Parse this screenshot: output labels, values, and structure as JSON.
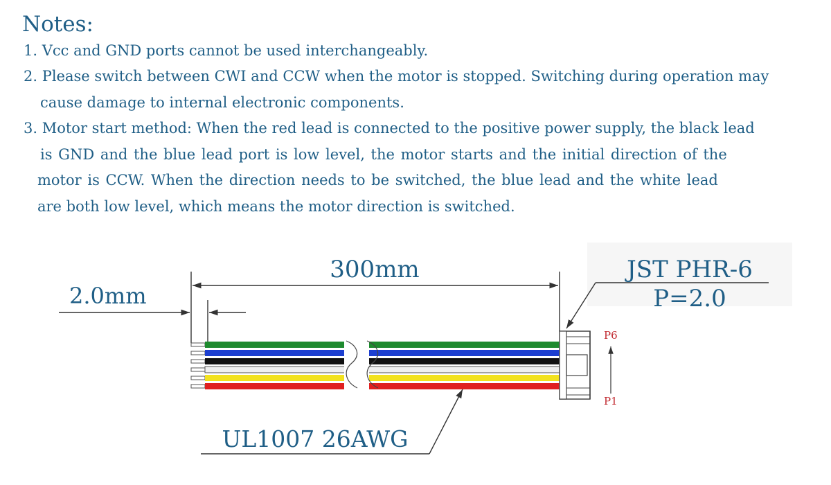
{
  "notes": {
    "title": "Notes:",
    "line1": "1. Vcc and GND ports cannot be used interchangeably.",
    "line2a": "2. Please switch between CWI and CCW when the motor is stopped. Switching during operation may",
    "line2b": "cause damage to internal electronic components.",
    "line3a": "3. Motor start method: When the red lead is connected to the positive power supply, the black lead",
    "line3b": "is GND and the blue lead port is low level, the motor starts and the initial direction of the",
    "line3c": "motor is CCW.  When the direction needs to be switched, the blue lead and the white lead",
    "line3d": "are both low level, which means the motor direction is switched."
  },
  "diagram": {
    "pitch_label": "2.0mm",
    "length_label": "300mm",
    "connector_label_1": "JST PHR-6",
    "connector_label_2": "P=2.0",
    "pin_top": "P6",
    "pin_bottom": "P1",
    "wire_label": "UL1007 26AWG",
    "wire_colors": [
      "#1e8a2e",
      "#1d3fd0",
      "#111111",
      "#f0f0f0",
      "#f2e21e",
      "#e02020"
    ],
    "text_color": "#1f5e86",
    "pin_color": "#c0272d"
  }
}
